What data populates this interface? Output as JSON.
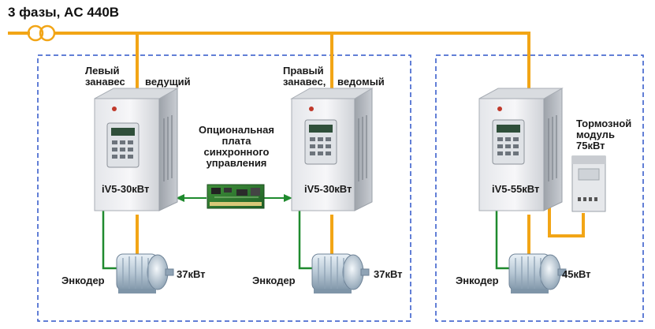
{
  "title": "3 фазы, AC 440B",
  "left_drive": {
    "label_line1": "Левый",
    "label_line2": "занавес",
    "role": "ведущий",
    "model": "iV5-30кВт",
    "encoder": "Энкодер",
    "motor_power": "37кВт"
  },
  "sync_board": {
    "lines": [
      "Опциональная",
      "плата",
      "синхронного",
      "управления"
    ]
  },
  "right_drive": {
    "label_line1": "Правый",
    "label_line2": "занавес,",
    "role": "ведомый",
    "model": "iV5-30кВт",
    "encoder": "Энкодер",
    "motor_power": "37кВт"
  },
  "third_drive": {
    "model": "iV5-55кВт",
    "encoder": "Энкодер",
    "motor_power": "45кВт"
  },
  "brake_module": {
    "lines": [
      "Тормозной",
      "модуль",
      "75кВт"
    ]
  },
  "colors": {
    "power_line": "#f2a516",
    "encoder_line": "#1f8a2e",
    "sync_arrow": "#1f8a2e",
    "dashed_border": "#2f55c8"
  }
}
